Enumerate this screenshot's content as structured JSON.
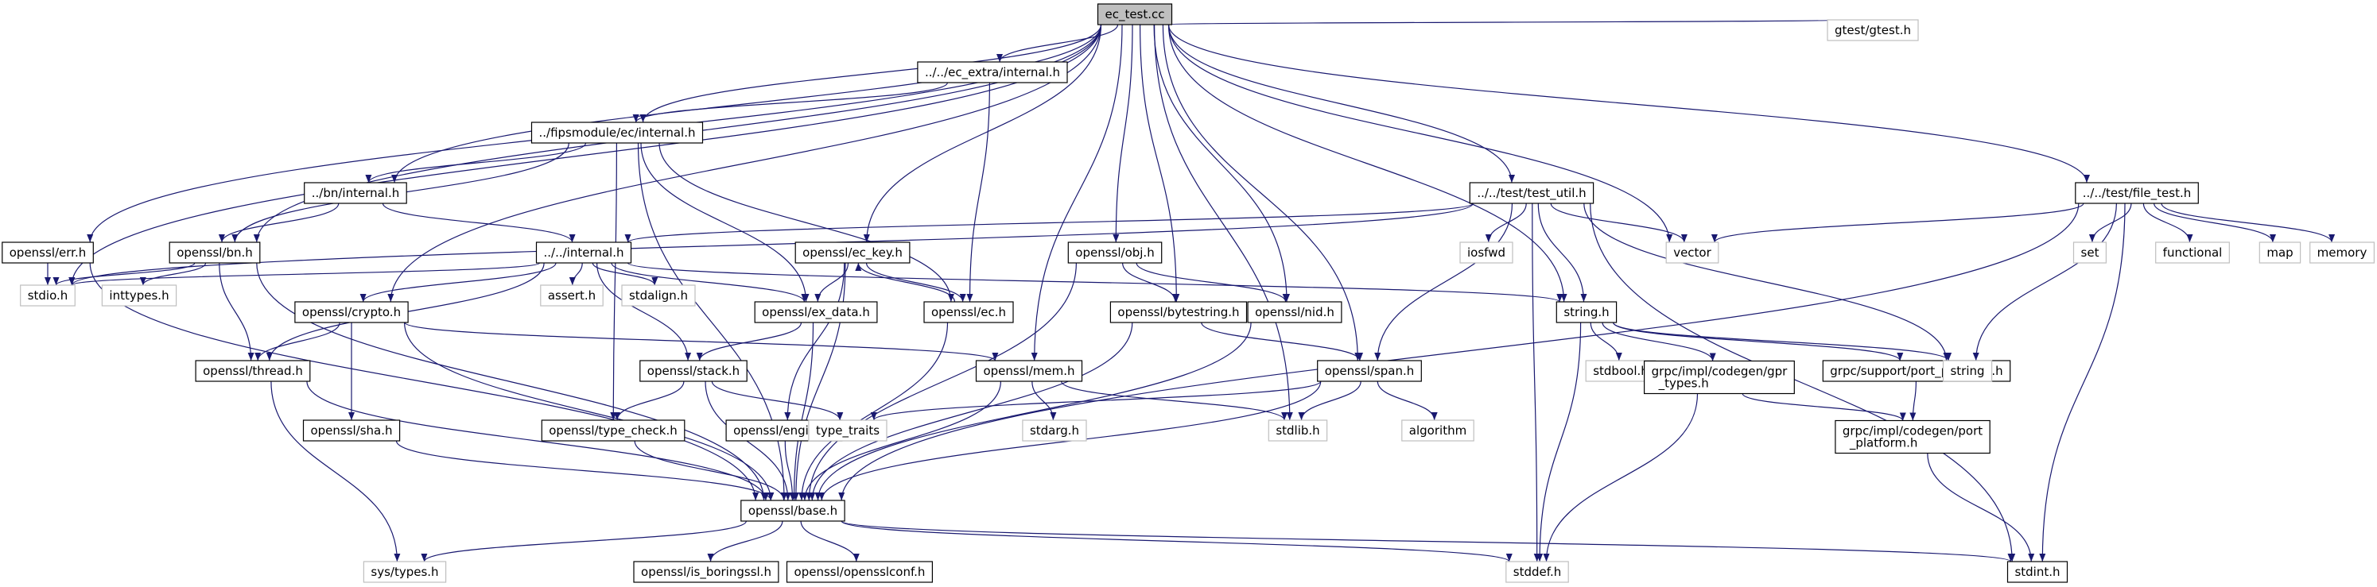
{
  "diagram": {
    "type": "include-dependency-graph",
    "root": "ec_test.cc",
    "colors": {
      "edge": "#191970",
      "root_fill": "#bfbfbf",
      "node_border": "#000000",
      "external_border": "#bfbfbf"
    },
    "nodes": [
      {
        "id": "ec_test",
        "lines": [
          "ec_test.cc"
        ],
        "kind": "root"
      },
      {
        "id": "gtest",
        "lines": [
          "gtest/gtest.h"
        ],
        "kind": "external"
      },
      {
        "id": "ec_extra_internal",
        "lines": [
          "../../ec_extra/internal.h"
        ],
        "kind": "doc"
      },
      {
        "id": "fips_ec_internal",
        "lines": [
          "../fipsmodule/ec/internal.h"
        ],
        "kind": "doc"
      },
      {
        "id": "bn_internal",
        "lines": [
          "../bn/internal.h"
        ],
        "kind": "doc"
      },
      {
        "id": "internal",
        "lines": [
          "../../internal.h"
        ],
        "kind": "doc"
      },
      {
        "id": "test_util",
        "lines": [
          "../../test/test_util.h"
        ],
        "kind": "doc"
      },
      {
        "id": "file_test",
        "lines": [
          "../../test/file_test.h"
        ],
        "kind": "doc"
      },
      {
        "id": "err",
        "lines": [
          "openssl/err.h"
        ],
        "kind": "doc"
      },
      {
        "id": "bn",
        "lines": [
          "openssl/bn.h"
        ],
        "kind": "doc"
      },
      {
        "id": "stdio",
        "lines": [
          "stdio.h"
        ],
        "kind": "external"
      },
      {
        "id": "inttypes",
        "lines": [
          "inttypes.h"
        ],
        "kind": "external"
      },
      {
        "id": "crypto",
        "lines": [
          "openssl/crypto.h"
        ],
        "kind": "doc"
      },
      {
        "id": "thread",
        "lines": [
          "openssl/thread.h"
        ],
        "kind": "doc"
      },
      {
        "id": "sha",
        "lines": [
          "openssl/sha.h"
        ],
        "kind": "doc"
      },
      {
        "id": "assert",
        "lines": [
          "assert.h"
        ],
        "kind": "external"
      },
      {
        "id": "stdalign",
        "lines": [
          "stdalign.h"
        ],
        "kind": "external"
      },
      {
        "id": "ec_key",
        "lines": [
          "openssl/ec_key.h"
        ],
        "kind": "doc"
      },
      {
        "id": "ex_data",
        "lines": [
          "openssl/ex_data.h"
        ],
        "kind": "doc"
      },
      {
        "id": "ec",
        "lines": [
          "openssl/ec.h"
        ],
        "kind": "doc"
      },
      {
        "id": "stack",
        "lines": [
          "openssl/stack.h"
        ],
        "kind": "doc"
      },
      {
        "id": "type_check",
        "lines": [
          "openssl/type_check.h"
        ],
        "kind": "doc"
      },
      {
        "id": "engine",
        "lines": [
          "openssl/engine.h"
        ],
        "kind": "doc"
      },
      {
        "id": "type_traits",
        "lines": [
          "type_traits"
        ],
        "kind": "external"
      },
      {
        "id": "mem",
        "lines": [
          "openssl/mem.h"
        ],
        "kind": "doc"
      },
      {
        "id": "stdarg",
        "lines": [
          "stdarg.h"
        ],
        "kind": "external"
      },
      {
        "id": "obj",
        "lines": [
          "openssl/obj.h"
        ],
        "kind": "doc"
      },
      {
        "id": "bytestring",
        "lines": [
          "openssl/bytestring.h"
        ],
        "kind": "doc"
      },
      {
        "id": "nid",
        "lines": [
          "openssl/nid.h"
        ],
        "kind": "doc"
      },
      {
        "id": "span",
        "lines": [
          "openssl/span.h"
        ],
        "kind": "doc"
      },
      {
        "id": "stdlib",
        "lines": [
          "stdlib.h"
        ],
        "kind": "external"
      },
      {
        "id": "algorithm",
        "lines": [
          "algorithm"
        ],
        "kind": "external"
      },
      {
        "id": "iosfwd",
        "lines": [
          "iosfwd"
        ],
        "kind": "external"
      },
      {
        "id": "string_h",
        "lines": [
          "string.h"
        ],
        "kind": "doc"
      },
      {
        "id": "stdbool",
        "lines": [
          "stdbool.h"
        ],
        "kind": "external"
      },
      {
        "id": "grpc_types",
        "lines": [
          "grpc/impl/codegen/gpr",
          "_types.h"
        ],
        "kind": "doc"
      },
      {
        "id": "port_platform",
        "lines": [
          "grpc/support/port_platform.h"
        ],
        "kind": "doc"
      },
      {
        "id": "codegen_port",
        "lines": [
          "grpc/impl/codegen/port",
          "_platform.h"
        ],
        "kind": "doc"
      },
      {
        "id": "string",
        "lines": [
          "string"
        ],
        "kind": "external"
      },
      {
        "id": "vector",
        "lines": [
          "vector"
        ],
        "kind": "external"
      },
      {
        "id": "set",
        "lines": [
          "set"
        ],
        "kind": "external"
      },
      {
        "id": "functional",
        "lines": [
          "functional"
        ],
        "kind": "external"
      },
      {
        "id": "map",
        "lines": [
          "map"
        ],
        "kind": "external"
      },
      {
        "id": "memory",
        "lines": [
          "memory"
        ],
        "kind": "external"
      },
      {
        "id": "base",
        "lines": [
          "openssl/base.h"
        ],
        "kind": "doc"
      },
      {
        "id": "sys_types",
        "lines": [
          "sys/types.h"
        ],
        "kind": "external"
      },
      {
        "id": "is_boringssl",
        "lines": [
          "openssl/is_boringssl.h"
        ],
        "kind": "doc"
      },
      {
        "id": "opensslconf",
        "lines": [
          "openssl/opensslconf.h"
        ],
        "kind": "doc"
      },
      {
        "id": "stddef",
        "lines": [
          "stddef.h"
        ],
        "kind": "external"
      },
      {
        "id": "stdint",
        "lines": [
          "stdint.h"
        ],
        "kind": "doc"
      }
    ],
    "edges": [
      [
        "ec_test",
        "gtest"
      ],
      [
        "ec_test",
        "ec_extra_internal"
      ],
      [
        "ec_test",
        "fips_ec_internal"
      ],
      [
        "ec_test",
        "bn_internal"
      ],
      [
        "ec_test",
        "test_util"
      ],
      [
        "ec_test",
        "file_test"
      ],
      [
        "ec_test",
        "err"
      ],
      [
        "ec_test",
        "bn"
      ],
      [
        "ec_test",
        "stdio"
      ],
      [
        "ec_test",
        "crypto"
      ],
      [
        "ec_test",
        "ec_key"
      ],
      [
        "ec_test",
        "mem"
      ],
      [
        "ec_test",
        "obj"
      ],
      [
        "ec_test",
        "bytestring"
      ],
      [
        "ec_test",
        "nid"
      ],
      [
        "ec_test",
        "span"
      ],
      [
        "ec_test",
        "stdlib"
      ],
      [
        "ec_test",
        "string_h"
      ],
      [
        "ec_test",
        "vector"
      ],
      [
        "ec_extra_internal",
        "fips_ec_internal"
      ],
      [
        "ec_extra_internal",
        "ec"
      ],
      [
        "fips_ec_internal",
        "bn_internal"
      ],
      [
        "fips_ec_internal",
        "bn"
      ],
      [
        "fips_ec_internal",
        "ex_data"
      ],
      [
        "fips_ec_internal",
        "type_check"
      ],
      [
        "fips_ec_internal",
        "base"
      ],
      [
        "fips_ec_internal",
        "ec"
      ],
      [
        "bn_internal",
        "bn"
      ],
      [
        "bn_internal",
        "internal"
      ],
      [
        "internal",
        "stdio"
      ],
      [
        "internal",
        "crypto"
      ],
      [
        "internal",
        "thread"
      ],
      [
        "internal",
        "assert"
      ],
      [
        "internal",
        "stdalign"
      ],
      [
        "internal",
        "ex_data"
      ],
      [
        "internal",
        "stack"
      ],
      [
        "internal",
        "string_h"
      ],
      [
        "test_util",
        "internal"
      ],
      [
        "test_util",
        "stdio"
      ],
      [
        "test_util",
        "iosfwd"
      ],
      [
        "test_util",
        "span"
      ],
      [
        "test_util",
        "string_h"
      ],
      [
        "test_util",
        "string"
      ],
      [
        "test_util",
        "vector"
      ],
      [
        "test_util",
        "stddef"
      ],
      [
        "test_util",
        "stdint"
      ],
      [
        "file_test",
        "vector"
      ],
      [
        "file_test",
        "set"
      ],
      [
        "file_test",
        "functional"
      ],
      [
        "file_test",
        "map"
      ],
      [
        "file_test",
        "memory"
      ],
      [
        "file_test",
        "string"
      ],
      [
        "file_test",
        "stdint"
      ],
      [
        "file_test",
        "base"
      ],
      [
        "err",
        "stdio"
      ],
      [
        "err",
        "base"
      ],
      [
        "bn",
        "stdio"
      ],
      [
        "bn",
        "inttypes"
      ],
      [
        "bn",
        "thread"
      ],
      [
        "bn",
        "base"
      ],
      [
        "crypto",
        "thread"
      ],
      [
        "crypto",
        "sha"
      ],
      [
        "crypto",
        "mem"
      ],
      [
        "crypto",
        "base"
      ],
      [
        "thread",
        "base"
      ],
      [
        "thread",
        "sys_types"
      ],
      [
        "sha",
        "base"
      ],
      [
        "ec_key",
        "ex_data"
      ],
      [
        "ec_key",
        "ec"
      ],
      [
        "ec_key",
        "engine"
      ],
      [
        "ec_key",
        "base"
      ],
      [
        "ec",
        "ec_key"
      ],
      [
        "ec",
        "base"
      ],
      [
        "ex_data",
        "stack"
      ],
      [
        "ex_data",
        "base"
      ],
      [
        "stack",
        "type_check"
      ],
      [
        "stack",
        "type_traits"
      ],
      [
        "stack",
        "base"
      ],
      [
        "type_check",
        "base"
      ],
      [
        "engine",
        "base"
      ],
      [
        "mem",
        "stdarg"
      ],
      [
        "mem",
        "stdlib"
      ],
      [
        "mem",
        "base"
      ],
      [
        "obj",
        "bytestring"
      ],
      [
        "obj",
        "nid"
      ],
      [
        "obj",
        "base"
      ],
      [
        "bytestring",
        "span"
      ],
      [
        "bytestring",
        "base"
      ],
      [
        "nid",
        "base"
      ],
      [
        "span",
        "type_traits"
      ],
      [
        "span",
        "stdlib"
      ],
      [
        "span",
        "algorithm"
      ],
      [
        "span",
        "base"
      ],
      [
        "string_h",
        "stdbool"
      ],
      [
        "string_h",
        "grpc_types"
      ],
      [
        "string_h",
        "port_platform"
      ],
      [
        "string_h",
        "string"
      ],
      [
        "string_h",
        "stddef"
      ],
      [
        "grpc_types",
        "codegen_port"
      ],
      [
        "grpc_types",
        "stddef"
      ],
      [
        "port_platform",
        "codegen_port"
      ],
      [
        "codegen_port",
        "stdint"
      ],
      [
        "base",
        "sys_types"
      ],
      [
        "base",
        "is_boringssl"
      ],
      [
        "base",
        "opensslconf"
      ],
      [
        "base",
        "stddef"
      ],
      [
        "base",
        "stdint"
      ]
    ]
  }
}
